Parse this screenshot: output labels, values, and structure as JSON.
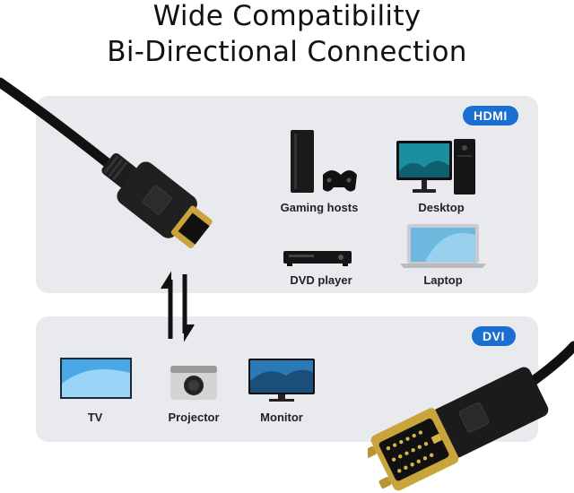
{
  "title": {
    "line1": "Wide Compatibility",
    "line2": "Bi-Directional Connection"
  },
  "hdmi": {
    "badge": "HDMI",
    "devices": [
      {
        "label": "Gaming hosts",
        "icon": "game-console-icon"
      },
      {
        "label": "Desktop",
        "icon": "desktop-computer-icon"
      },
      {
        "label": "DVD player",
        "icon": "dvd-player-icon"
      },
      {
        "label": "Laptop",
        "icon": "laptop-icon"
      }
    ]
  },
  "dvi": {
    "badge": "DVI",
    "devices": [
      {
        "label": "TV",
        "icon": "tv-icon"
      },
      {
        "label": "Projector",
        "icon": "projector-icon"
      },
      {
        "label": "Monitor",
        "icon": "monitor-icon"
      }
    ]
  },
  "colors": {
    "badge": "#1a6fd1",
    "panel": "#e9eaee",
    "connector_gold": "#c9a43c"
  }
}
